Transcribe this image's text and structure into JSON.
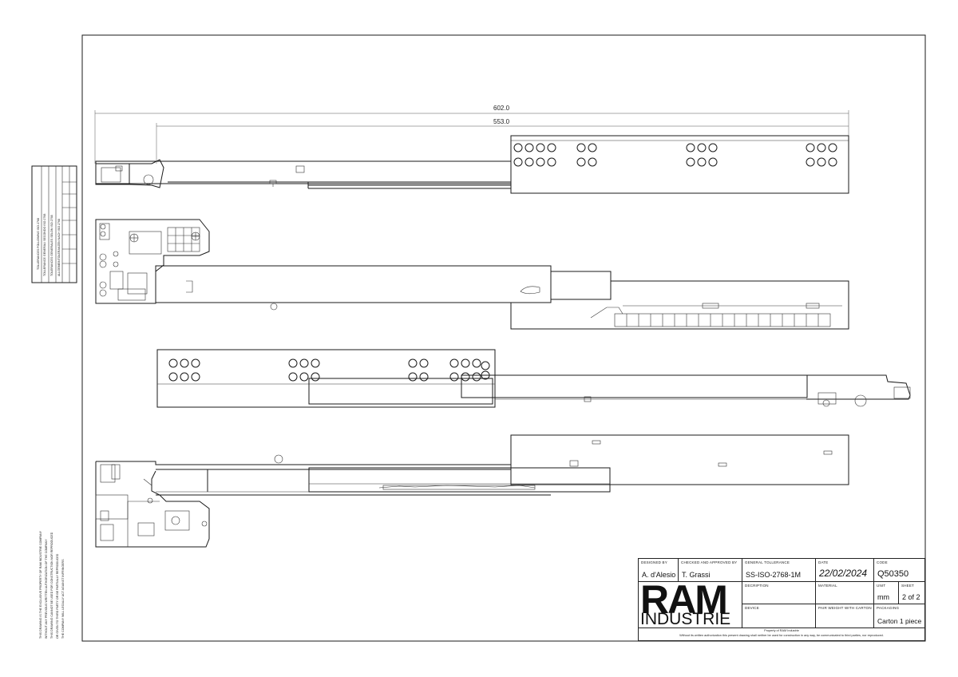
{
  "dimensions": {
    "overall": "602.0",
    "inner": "553.0"
  },
  "tolerance_table": {
    "title": "TOLLERANCES FOLLOWING ISO 2768",
    "lines": [
      "TOLLERANCE GENERALI SECONDO ISO 2768",
      "TOLERANCES GENERALES SELON ISO 2768",
      "ALLGEMEINTOLERANZEN NACH ISO 2768"
    ]
  },
  "property_notice": [
    "THIS DRAWING IS THE EXCLUSIVE PROPERTY OF RAM INDUSTRIE COMPANY",
    "WITHOUT ANY PREVIOUS WRITTEN AUTHORIZATION OF THE COMPANY",
    "THIS DRAWING CANNOT BE USED FOR CONSTRUCTION NOR REPRODUCED",
    "OR GIVEN TO THIRD PARTY OR BE PARTIALLY REPRODUCED",
    "THE COMPANY WILL LEGALLY ACT AGAINST INFRINGERS"
  ],
  "title_block": {
    "designed_by_label": "DESIGNED BY",
    "designed_by": "A. d'Alesio",
    "checked_label": "CHECKED AND APPROVED BY",
    "checked_by": "T. Grassi",
    "tolerance_label": "GENERAL TOLLERANCE",
    "tolerance": "SS-ISO-2768-1M",
    "date_label": "DATE",
    "date": "22/02/2024",
    "code_label": "CODE",
    "code": "Q50350",
    "description_label": "DECRIPTION",
    "material_label": "MATERIAL",
    "unit_label": "UNIT",
    "unit": "mm",
    "sheet_label": "SHEET",
    "sheet": "2 of 2",
    "device_label": "DEVICE",
    "pair_weight_label": "PAIR WEIGHT WITH CARTON",
    "packaging_label": "PACKAGING",
    "packaging": "Carton 1 piece",
    "logo_top": "RAM",
    "logo_bottom": "INDUSTRIE",
    "footer_1": "Property of RAM Industrie",
    "footer_2": "Without its written authorization this present drawing shall neither be used for construction in any way, be communicated to third parties, nor reproduced."
  }
}
